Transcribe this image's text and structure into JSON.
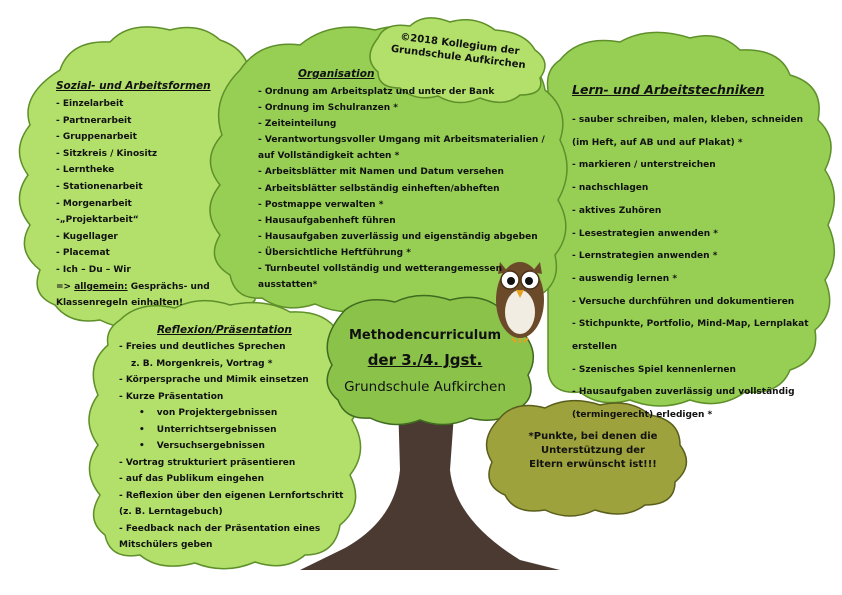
{
  "colors": {
    "leaf_light": "#b3e06a",
    "leaf_mid": "#97cf55",
    "leaf_dark": "#8bc24a",
    "leaf_stroke": "#5e8f2a",
    "olive_cloud": "#9ea23c",
    "trunk": "#4b3a32"
  },
  "copyright": {
    "line1": "©2018 Kollegium der",
    "line2": "Grundschule Aufkirchen"
  },
  "sozial": {
    "title": "Sozial- und Arbeitsformen",
    "items": [
      "- Einzelarbeit",
      "- Partnerarbeit",
      "- Gruppenarbeit",
      "- Sitzkreis / Kinositz",
      "- Lerntheke",
      "- Stationenarbeit",
      "- Morgenarbeit",
      "-„Projektarbeit“",
      "- Kugellager",
      "- Placemat",
      "-   Ich – Du – Wir"
    ],
    "last_prefix": "=> ",
    "last_underlined": "allgemein:",
    "last_rest": " Gesprächs- und Klassenregeln einhalten!"
  },
  "org": {
    "title": "Organisation",
    "items": [
      "- Ordnung am Arbeitsplatz und unter der Bank",
      "- Ordnung im Schulranzen *",
      "- Zeiteinteilung",
      "- Verantwortungsvoller Umgang mit Arbeitsmaterialien / auf Vollständigkeit achten *",
      "- Arbeitsblätter mit Namen und Datum versehen",
      "- Arbeitsblätter selbständig einheften/abheften",
      "- Postmappe verwalten *",
      "- Hausaufgabenheft führen",
      "- Hausaufgaben zuverlässig und eigenständig abgeben",
      "- Übersichtliche Heftführung *",
      "- Turnbeutel vollständig und wetterangemessen ausstatten*"
    ]
  },
  "lern": {
    "title": "Lern- und Arbeitstechniken",
    "items": [
      "- sauber schreiben, malen, kleben, schneiden (im Heft, auf AB und auf Plakat) *",
      "- markieren / unterstreichen",
      "- nachschlagen",
      "- aktives Zuhören",
      "- Lesestrategien anwenden *",
      "- Lernstrategien anwenden *",
      "- auswendig lernen *",
      "- Versuche durchführen und dokumentieren",
      "- Stichpunkte, Portfolio, Mind-Map, Lernplakat erstellen",
      "- Szenisches Spiel kennenlernen",
      "- Hausaufgaben zuverlässig und vollständig (termingerecht) erledigen *"
    ]
  },
  "refl": {
    "title": "Reflexion/Präsentation",
    "items": [
      "- Freies und deutliches Sprechen",
      "  z. B. Morgenkreis, Vortrag *",
      "- Körpersprache und Mimik einsetzen",
      "- Kurze Präsentation"
    ],
    "subitems": [
      "von Projektergebnissen",
      "Unterrichtsergebnissen",
      "Versuchsergebnissen"
    ],
    "items2": [
      "- Vortrag strukturiert präsentieren",
      "- auf das Publikum eingehen",
      "- Reflexion über den eigenen Lernfortschritt (z. B. Lerntagebuch)",
      "- Feedback nach der Präsentation eines Mitschülers geben"
    ]
  },
  "center": {
    "line1": "Methodencurriculum",
    "line2": "der 3./4. Jgst.",
    "line3": "Grundschule Aufkirchen"
  },
  "note": {
    "line1": "*Punkte, bei denen die",
    "line2": "Unterstützung der",
    "line3": "Eltern erwünscht ist!!!"
  }
}
